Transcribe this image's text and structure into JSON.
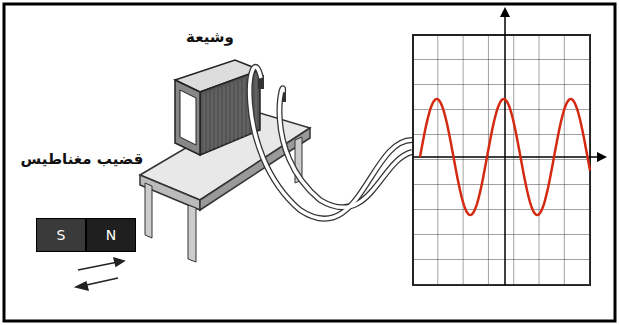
{
  "diagram": {
    "nodes": [
      {
        "text": [
          "S"
        ]
      },
      {
        "text": [
          "N"
        ]
      }
    ],
    "labels": [
      "قضيب مغناطيس",
      "وشيعة"
    ]
  }
}
